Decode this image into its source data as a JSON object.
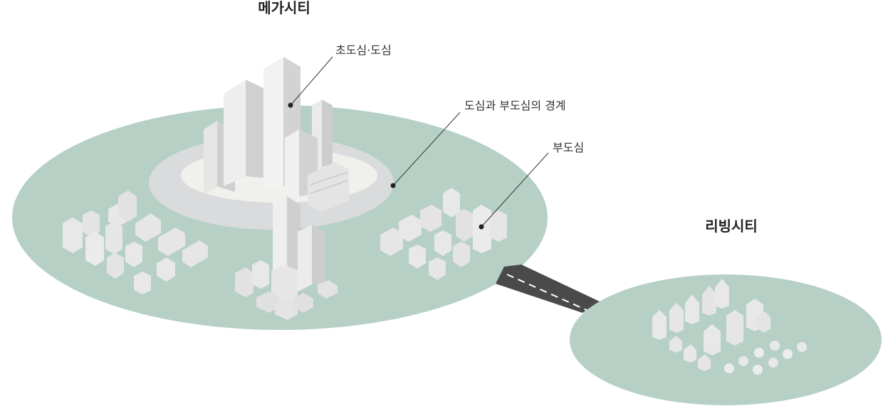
{
  "diagram": {
    "megacity_title": "메가시티",
    "living_city_title": "리빙시티",
    "callouts": {
      "core": "초도심·도심",
      "boundary": "도심과 부도심의 경계",
      "subcenter": "부도심"
    }
  },
  "colors": {
    "ground": "#b6d0c5",
    "boundary_ring": "#d9dbdc",
    "core_area": "#f0f0ec",
    "road": "#4a4a4a",
    "road_marking": "#ffffff"
  }
}
